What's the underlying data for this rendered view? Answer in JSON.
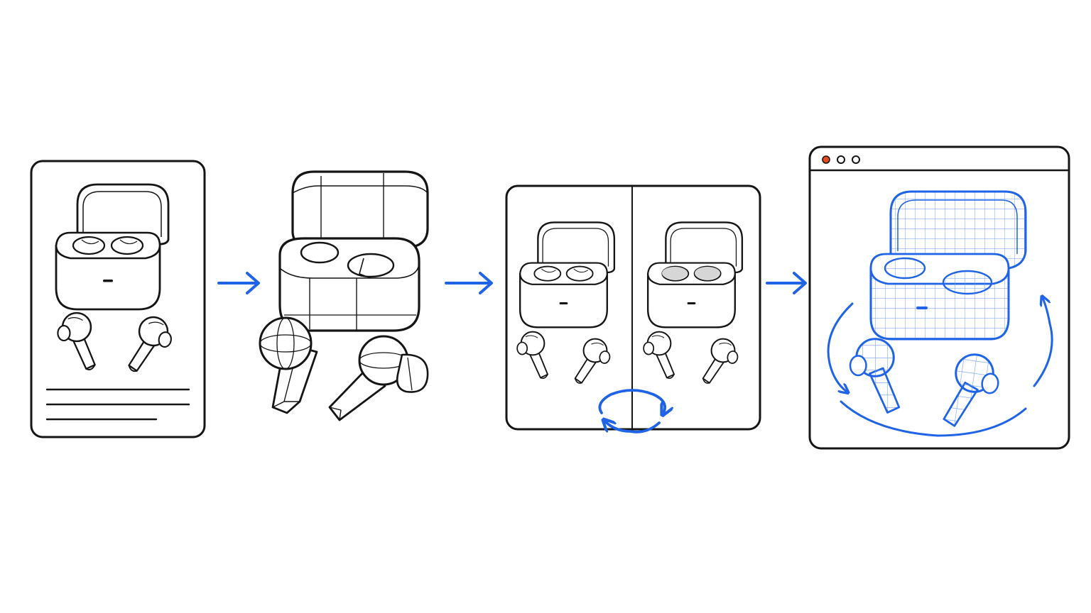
{
  "colors": {
    "ink": "#151515",
    "accent": "#1f63e6",
    "accent_light": "#6f9cf2",
    "close_dot": "#e24c1c",
    "background": "#ffffff"
  },
  "steps": [
    {
      "name": "spec-sheet",
      "icon": "earbuds-case-sketch-icon"
    },
    {
      "name": "blockout-model",
      "icon": "earbuds-primitive-blocks-icon"
    },
    {
      "name": "side-by-side-comparison",
      "icon": "rotate-arrows-icon"
    },
    {
      "name": "browser-3d-view",
      "icon": "earbuds-wireframe-3d-icon"
    }
  ],
  "connectors": [
    "arrow-right-icon",
    "arrow-right-icon",
    "arrow-right-icon"
  ]
}
